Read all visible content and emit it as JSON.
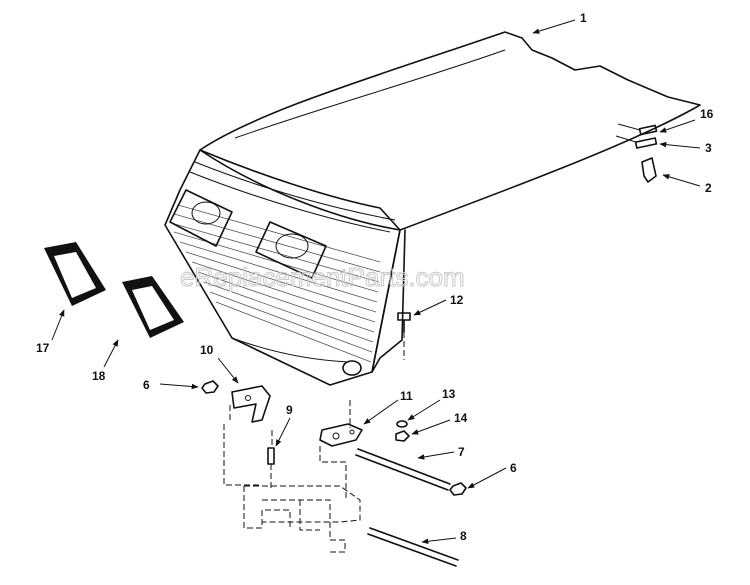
{
  "watermark": "eReplacementParts.com",
  "callouts": [
    {
      "id": "c1",
      "label": "1"
    },
    {
      "id": "c16",
      "label": "16"
    },
    {
      "id": "c3",
      "label": "3"
    },
    {
      "id": "c2",
      "label": "2"
    },
    {
      "id": "c12",
      "label": "12"
    },
    {
      "id": "c17",
      "label": "17"
    },
    {
      "id": "c18",
      "label": "18"
    },
    {
      "id": "c10",
      "label": "10"
    },
    {
      "id": "c6a",
      "label": "6"
    },
    {
      "id": "c9",
      "label": "9"
    },
    {
      "id": "c11",
      "label": "11"
    },
    {
      "id": "c13",
      "label": "13"
    },
    {
      "id": "c14",
      "label": "14"
    },
    {
      "id": "c7",
      "label": "7"
    },
    {
      "id": "c6b",
      "label": "6"
    },
    {
      "id": "c8",
      "label": "8"
    }
  ]
}
